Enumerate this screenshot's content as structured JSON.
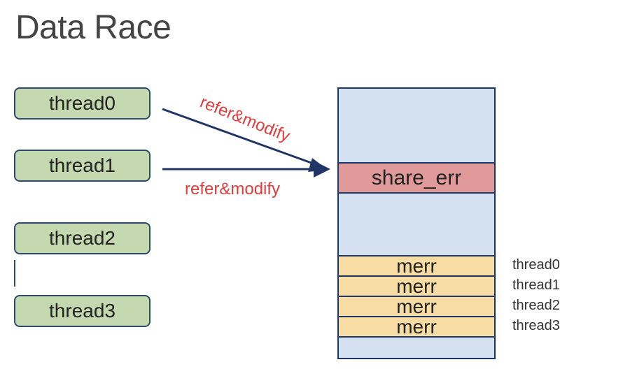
{
  "title": "Data Race",
  "threads": [
    {
      "label": "thread0"
    },
    {
      "label": "thread1"
    },
    {
      "label": "thread2"
    },
    {
      "label": "thread3"
    }
  ],
  "arrows": [
    {
      "from": "thread0",
      "to": "share_err",
      "label": "refer&modify"
    },
    {
      "from": "thread1",
      "to": "share_err",
      "label": "refer&modify"
    }
  ],
  "memory": {
    "shared_label": "share_err",
    "per_thread": [
      {
        "label": "merr",
        "owner": "thread0"
      },
      {
        "label": "merr",
        "owner": "thread1"
      },
      {
        "label": "merr",
        "owner": "thread2"
      },
      {
        "label": "merr",
        "owner": "thread3"
      }
    ]
  },
  "colors": {
    "thread_fill": "#c5d9b0",
    "border": "#1f3566",
    "memory_fill": "#d3e1f1",
    "shared_fill": "#e09a9a",
    "merr_fill": "#f7dca3",
    "arrow_label": "#e33b3b"
  }
}
